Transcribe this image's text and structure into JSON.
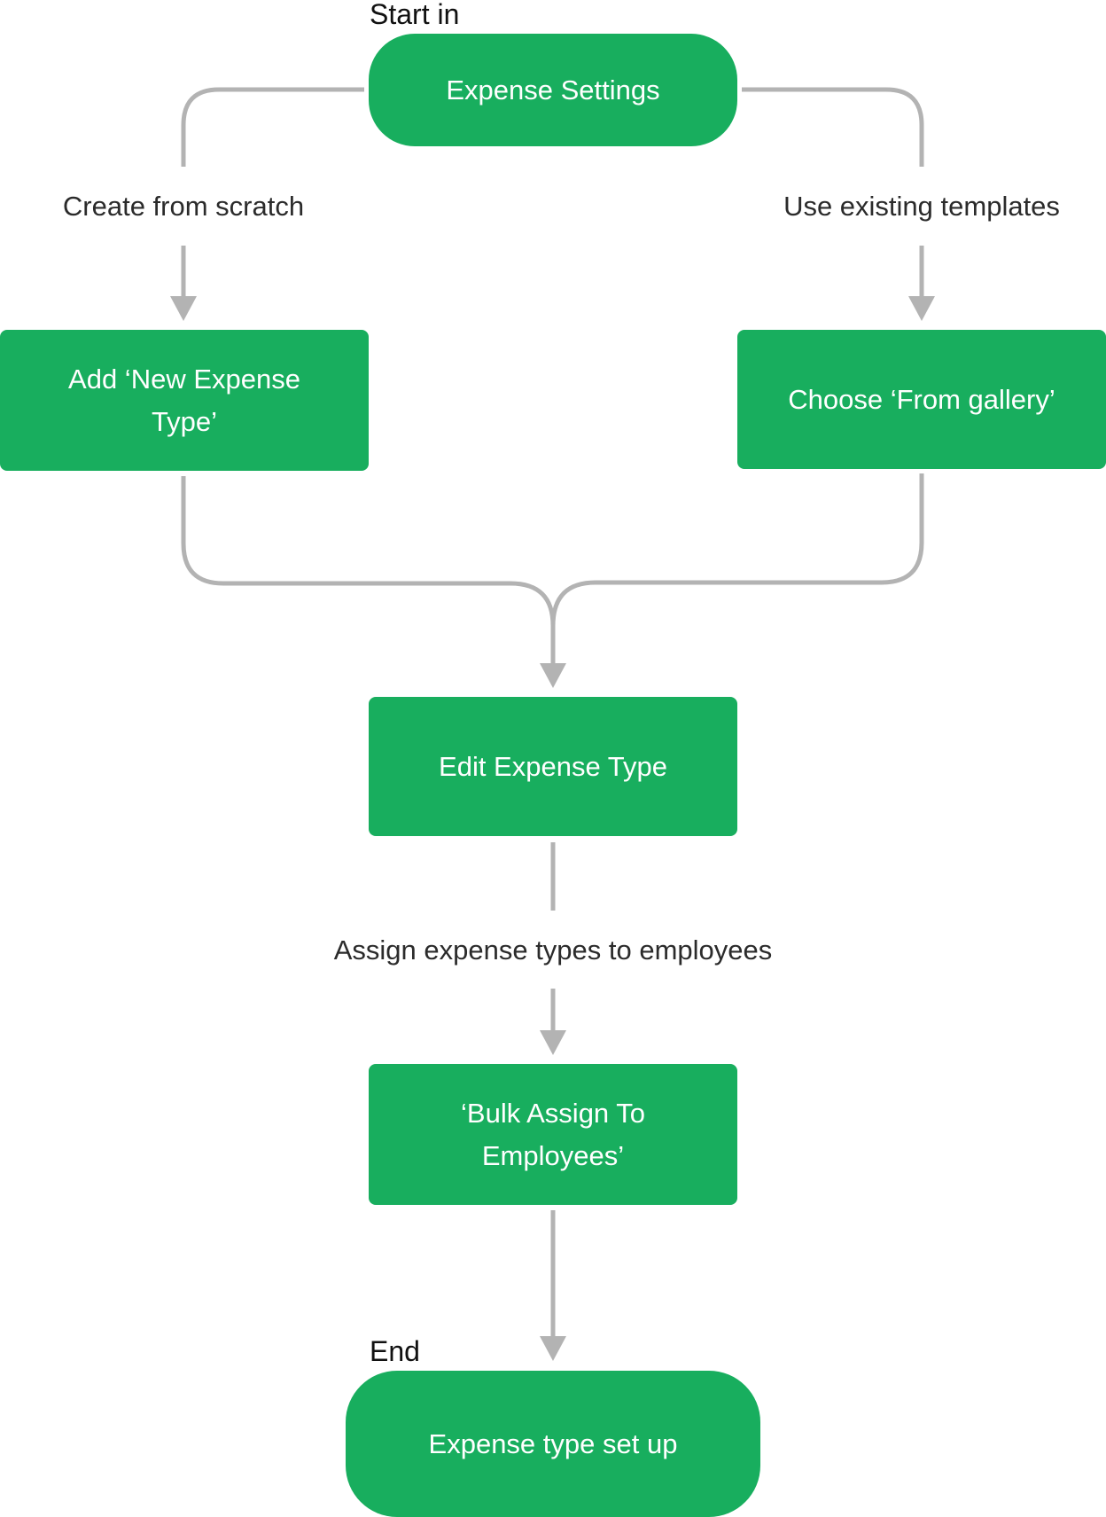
{
  "start_caption": "Start in",
  "end_caption": "End",
  "nodes": {
    "expense_settings": "Expense Settings",
    "add_new_expense_type": "Add ‘New Expense Type’",
    "choose_from_gallery": "Choose ‘From gallery’",
    "edit_expense_type": "Edit Expense Type",
    "bulk_assign": "‘Bulk Assign To Employees’",
    "expense_type_set_up": "Expense type set up"
  },
  "edge_labels": {
    "create_from_scratch": "Create from scratch",
    "use_existing_templates": "Use existing templates",
    "assign_expense_types": "Assign expense types to employees"
  },
  "colors": {
    "node_fill": "#18ae5e",
    "node_text": "#ffffff",
    "connector": "#b3b3b3",
    "label_text": "#2b2b2b"
  }
}
